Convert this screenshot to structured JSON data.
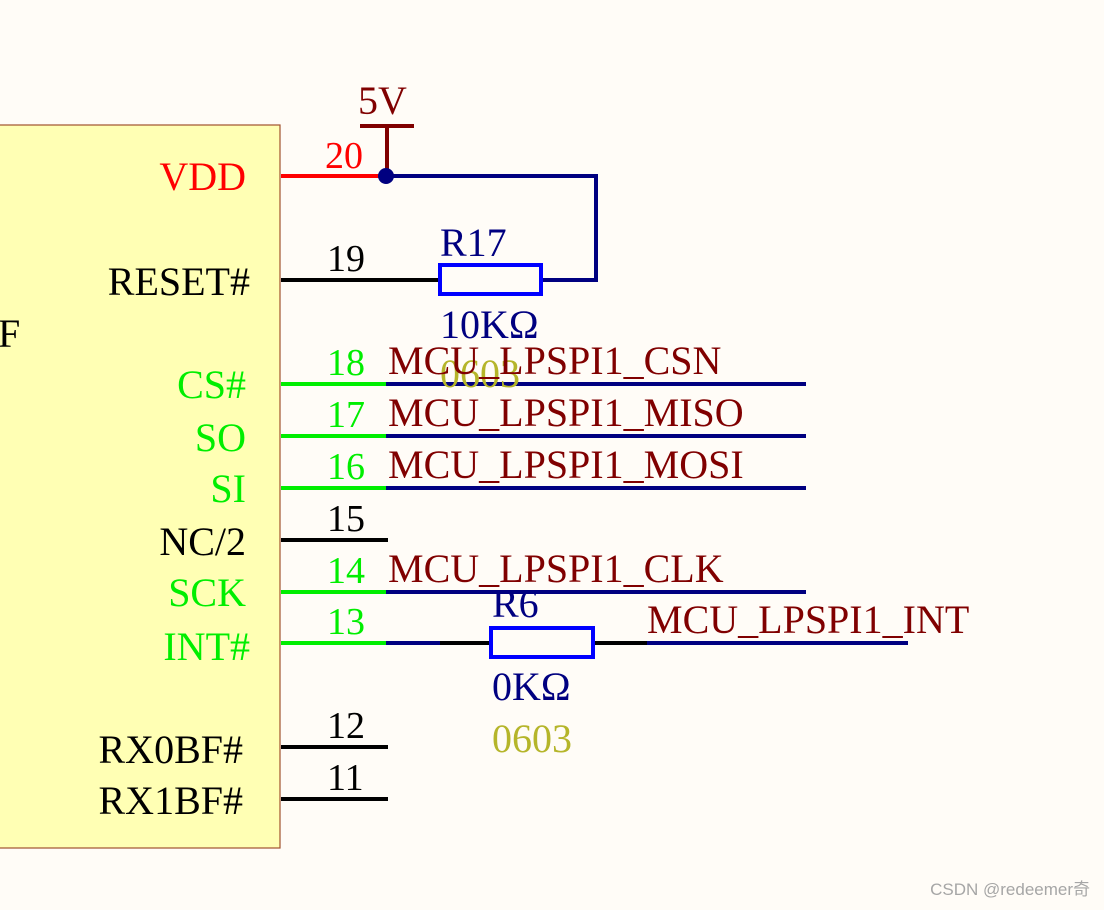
{
  "power": {
    "label": "5V"
  },
  "ic": {
    "partial_label": "F",
    "pins": [
      {
        "name": "VDD",
        "number": "20"
      },
      {
        "name": "RESET#",
        "number": "19"
      },
      {
        "name": "CS#",
        "number": "18"
      },
      {
        "name": "SO",
        "number": "17"
      },
      {
        "name": "SI",
        "number": "16"
      },
      {
        "name": "NC/2",
        "number": "15"
      },
      {
        "name": "SCK",
        "number": "14"
      },
      {
        "name": "INT#",
        "number": "13"
      },
      {
        "name": "RX0BF#",
        "number": "12"
      },
      {
        "name": "RX1BF#",
        "number": "11"
      }
    ]
  },
  "resistors": {
    "r17": {
      "designator": "R17",
      "value": "10KΩ",
      "package": "0603"
    },
    "r6": {
      "designator": "R6",
      "value": "0KΩ",
      "package": "0603"
    }
  },
  "nets": {
    "csn": "MCU_LPSPI1_CSN",
    "miso": "MCU_LPSPI1_MISO",
    "mosi": "MCU_LPSPI1_MOSI",
    "clk": "MCU_LPSPI1_CLK",
    "int": "MCU_LPSPI1_INT"
  },
  "colors": {
    "background": "#fffcf7",
    "ic_fill": "#ffffb4",
    "ic_border": "#a0522d",
    "power_pin": "#ff0000",
    "spi_pin": "#00ee00",
    "plain_pin": "#000000",
    "wire": "#000080",
    "net_label": "#800000",
    "resistor_body": "#0000ff",
    "designator": "#000080",
    "package": "#b5b52a",
    "junction": "#000080"
  },
  "watermark": "CSDN @redeemer奇"
}
